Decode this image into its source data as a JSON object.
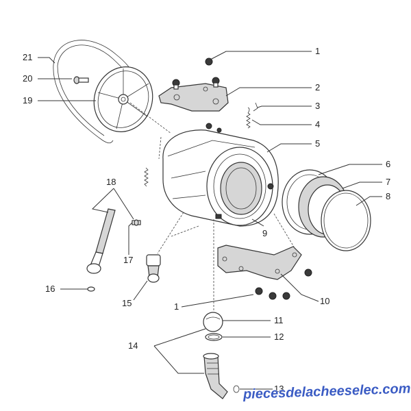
{
  "diagram": {
    "callouts": [
      "1",
      "2",
      "3",
      "4",
      "5",
      "6",
      "7",
      "8",
      "9",
      "10",
      "1",
      "11",
      "12",
      "13",
      "14",
      "15",
      "16",
      "17",
      "18",
      "19",
      "20",
      "21"
    ],
    "watermark": "piecesdelacheeselec.com"
  },
  "colors": {
    "line": "#333333",
    "part_fill": "#d6d6d6",
    "watermark": "#3b5cc4"
  }
}
